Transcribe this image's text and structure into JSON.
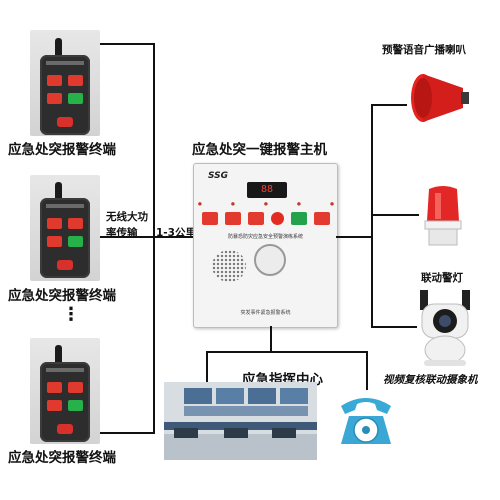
{
  "host": {
    "title": "应急处突一键报警主机",
    "logo": "SSG",
    "display": "88",
    "system_name": "防暴恐防灾应急安全预警演练系统",
    "footer": "突发事件紧急报警系统"
  },
  "terminals": [
    {
      "label": "应急处突报警终端"
    },
    {
      "label": "应急处突报警终端"
    },
    {
      "label": "应急处突报警终端"
    }
  ],
  "wireless": {
    "line1": "无线大功",
    "line2": "率传输"
  },
  "distance": "1-3公里",
  "ellipsis": "⋮",
  "devices": {
    "speaker": "预警语音广播喇叭",
    "light": "联动警灯",
    "camera": "视频复核联动摄象机"
  },
  "command_center": "应急指挥中心",
  "colors": {
    "alarm_red": "#e03a2f",
    "ok_green": "#27b14b",
    "panel": "#f4f4f4"
  }
}
